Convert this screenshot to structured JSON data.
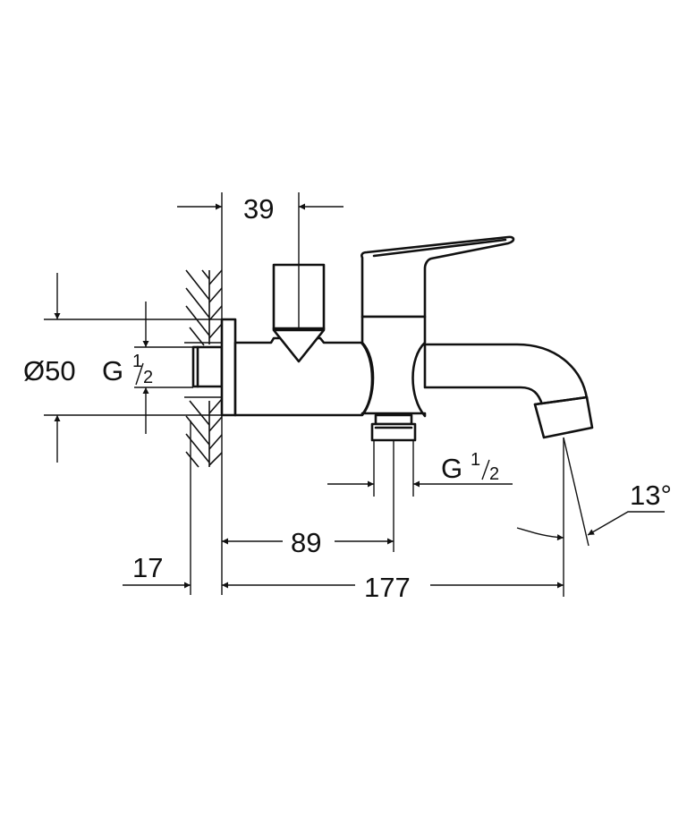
{
  "drawing": {
    "subject": "wall-mounted single-lever bib tap with hose outlet",
    "line_color": "#111111",
    "background": "#ffffff"
  },
  "dimensions": {
    "top_offset": "39",
    "rosette_diameter": "Ø50",
    "wall_connection_thread": {
      "main": "G",
      "num": "1",
      "den": "2"
    },
    "outlet_thread": {
      "main": "G",
      "num": "1",
      "den": "2"
    },
    "outlet_distance": "89",
    "wall_projection": "17",
    "total_projection": "177",
    "spout_angle": "13°"
  }
}
